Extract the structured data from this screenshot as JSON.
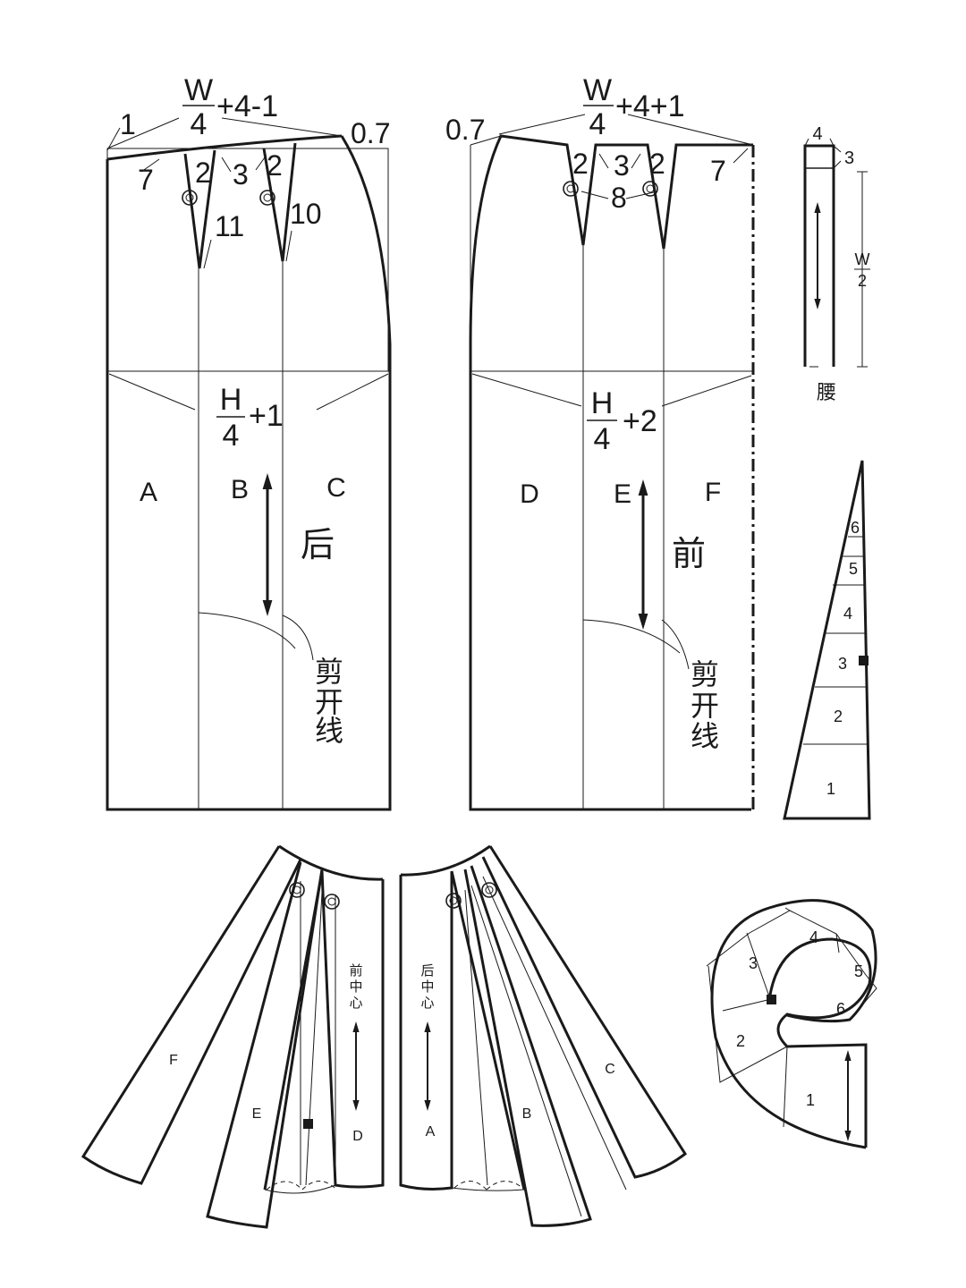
{
  "back_panel": {
    "waist_formula": {
      "numerator": "W",
      "denominator": "4",
      "suffix": "+4-1"
    },
    "hip_formula": {
      "numerator": "H",
      "denominator": "4",
      "suffix": "+1"
    },
    "dims": {
      "top_left": "1",
      "side_rise": "0.7",
      "seg1": "7",
      "dart1": "2",
      "gap": "3",
      "dart2": "2",
      "dart1_len": "11",
      "dart2_len": "10"
    },
    "sections": [
      "A",
      "B",
      "C"
    ],
    "label": "后",
    "slash_line": [
      "剪",
      "开",
      "线"
    ]
  },
  "front_panel": {
    "waist_formula": {
      "numerator": "W",
      "denominator": "4",
      "suffix": "+4+1"
    },
    "hip_formula": {
      "numerator": "H",
      "denominator": "4",
      "suffix": "+2"
    },
    "dims": {
      "side_rise": "0.7",
      "dart1": "2",
      "gap": "3",
      "dart2": "2",
      "seg": "7",
      "dart_len": "8"
    },
    "sections": [
      "D",
      "E",
      "F"
    ],
    "label": "前",
    "slash_line": [
      "剪",
      "开",
      "线"
    ]
  },
  "waistband": {
    "width_dim": "4",
    "overlap_dim": "3",
    "length_formula": {
      "numerator": "W",
      "denominator": "2"
    },
    "label": "腰"
  },
  "ruffle_strip": {
    "segments": [
      "6",
      "5",
      "4",
      "3",
      "2",
      "1"
    ]
  },
  "spiral": {
    "segments": [
      "4",
      "3",
      "5",
      "6",
      "2",
      "1"
    ]
  },
  "flared_front": {
    "sections": [
      "F",
      "E",
      "D"
    ],
    "center_label": [
      "前",
      "中",
      "心"
    ]
  },
  "flared_back": {
    "sections": [
      "A",
      "B",
      "C"
    ],
    "center_label": [
      "后",
      "中",
      "心"
    ]
  }
}
